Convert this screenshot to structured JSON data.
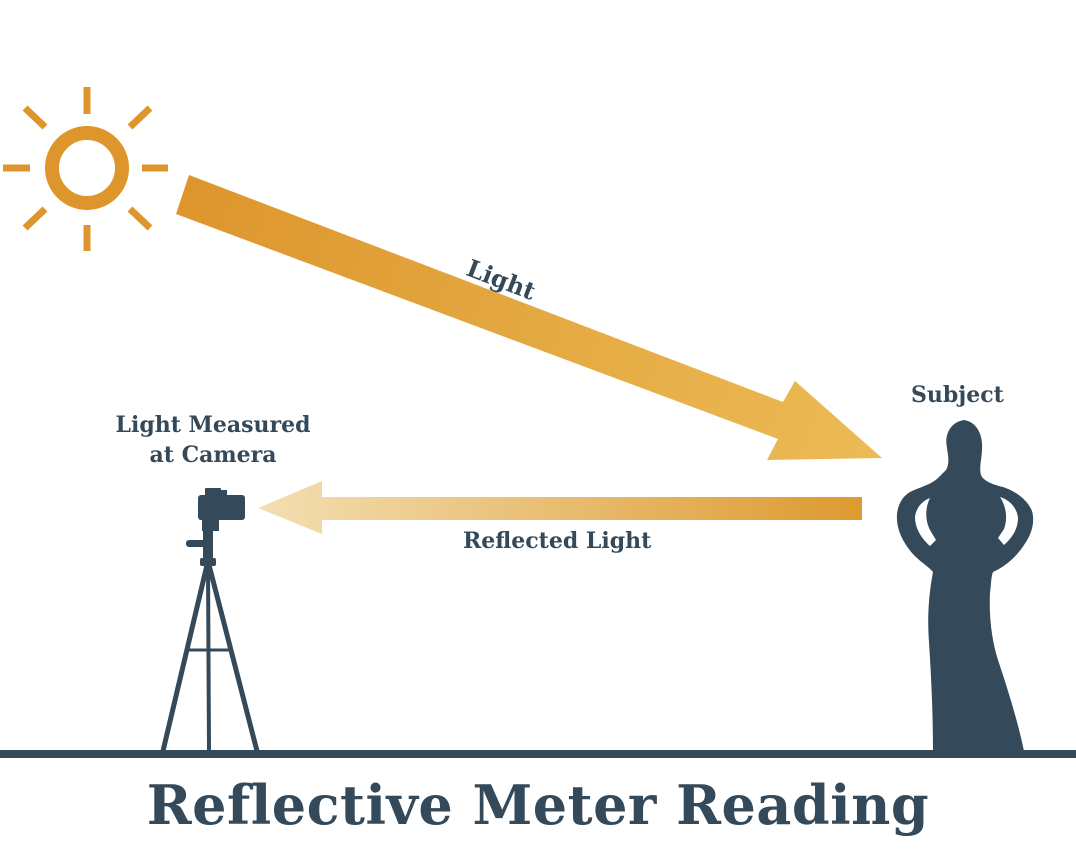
{
  "title": "Reflective Meter Reading",
  "labels": {
    "incident_light": "Light",
    "subject": "Subject",
    "measured_line1": "Light Measured",
    "measured_line2": "at Camera",
    "reflected_light": "Reflected Light"
  },
  "icons": {
    "source": "sun-icon",
    "camera": "camera-on-tripod-icon",
    "subject": "woman-silhouette-icon"
  },
  "colors": {
    "accent": "#dd952c",
    "accent_light": "#eebe6e",
    "reflected_faint": "#f1ddb0",
    "ink": "#34495a",
    "background": "#ffffff"
  }
}
